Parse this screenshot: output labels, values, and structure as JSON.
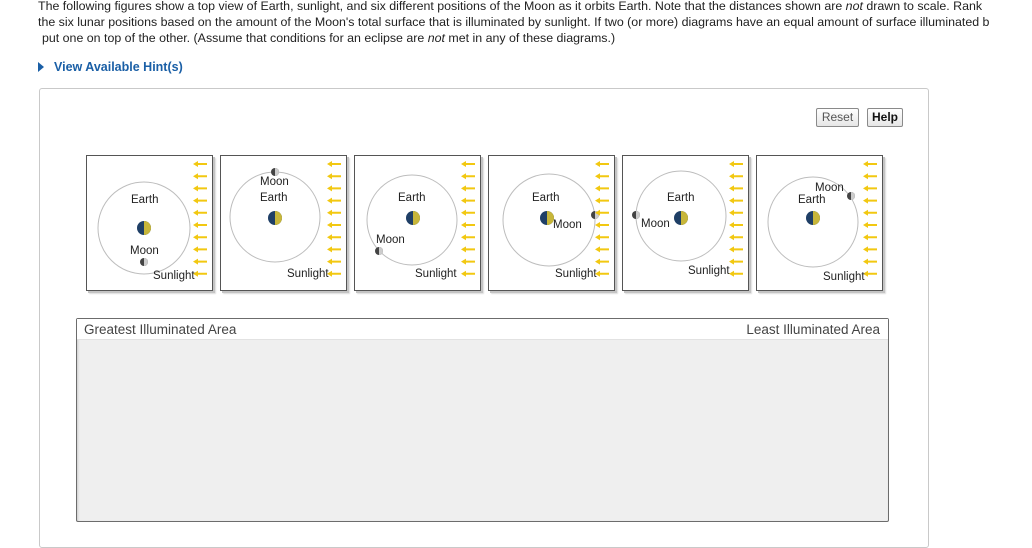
{
  "question": {
    "line1_a": "The following figures show a top view of Earth, sunlight, and six different positions of the Moon as it orbits Earth. Note that the distances shown are ",
    "line1_em": "not",
    "line1_b": " drawn to scale. Rank",
    "line2": "the six lunar positions based on the amount of the Moon's total surface that is illuminated by sunlight. If two (or more) diagrams have an equal amount of surface illuminated b",
    "line3_a": "put one on top of the other. (Assume that conditions for an eclipse are ",
    "line3_em": "not",
    "line3_b": " met in any of these diagrams.)"
  },
  "hint": {
    "label": "View Available Hint(s)"
  },
  "toolbar": {
    "reset_label": "Reset",
    "help_label": "Help"
  },
  "cards": [
    {
      "earth_label": "Earth",
      "moon_label": "Moon",
      "sunlight_label": "Sunlight"
    },
    {
      "earth_label": "Earth",
      "moon_label": "Moon",
      "sunlight_label": "Sunlight"
    },
    {
      "earth_label": "Earth",
      "moon_label": "Moon",
      "sunlight_label": "Sunlight"
    },
    {
      "earth_label": "Earth",
      "moon_label": "Moon",
      "sunlight_label": "Sunlight"
    },
    {
      "earth_label": "Earth",
      "moon_label": "Moon",
      "sunlight_label": "Sunlight"
    },
    {
      "earth_label": "Earth",
      "moon_label": "Moon",
      "sunlight_label": "Sunlight"
    }
  ],
  "ranking": {
    "greatest_label": "Greatest Illuminated Area",
    "least_label": "Least Illuminated Area"
  },
  "colors": {
    "sun_arrow": "#f2c811",
    "link": "#1a5fa6",
    "earth_day": "#c7b63a",
    "earth_night": "#1f3f66"
  }
}
